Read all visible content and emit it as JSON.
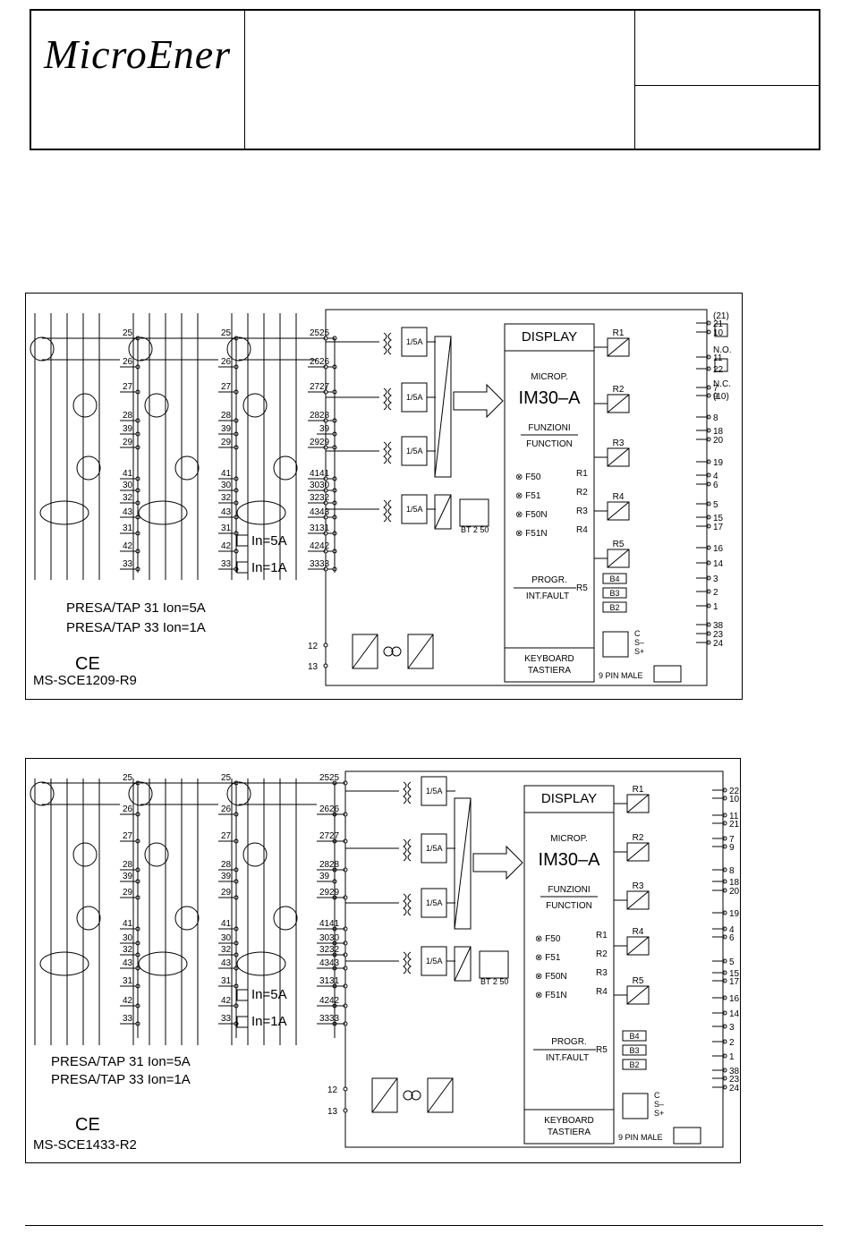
{
  "header": {
    "logo_text": "MicroEner"
  },
  "diagram1": {
    "code": "MS-SCE1209-R9",
    "ce_mark": "CE",
    "tap_note_1": "PRESA/TAP  31  Ion=5A",
    "tap_note_2": "PRESA/TAP  33  Ion=1A",
    "in_5a": "In=5A",
    "in_1a": "In=1A",
    "display": "DISPLAY",
    "microp": "MICROP.",
    "model": "IM30–A",
    "funzioni": "FUNZIONI",
    "function": "FUNCTION",
    "functions": [
      "⊗ F50",
      "⊗ F51",
      "⊗ F50N",
      "⊗ F51N"
    ],
    "function_relays": [
      "R1",
      "R2",
      "R3",
      "R4"
    ],
    "progr": "PROGR.",
    "int_fault": "INT.FAULT",
    "r5": "R5",
    "keyboard": "KEYBOARD",
    "tastiera": "TASTIERA",
    "pin_male": "9 PIN MALE",
    "ct_ratio": "1/5A",
    "filter_labels": "BT 2 50",
    "relays": [
      "R1",
      "R2",
      "R3",
      "R4",
      "R5"
    ],
    "b_relays": [
      "B4",
      "B3",
      "B2"
    ],
    "side_21": "(21)",
    "side_10": "(10)",
    "no": "N.O.",
    "nc": "N.C.",
    "serial": [
      "C",
      "S–",
      "S+"
    ],
    "right_terminals": [
      "21",
      "10",
      "11",
      "22",
      "7",
      "9",
      "8",
      "18",
      "20",
      "19",
      "4",
      "6",
      "5",
      "15",
      "17",
      "16",
      "14",
      "3",
      "2",
      "1",
      "38",
      "23",
      "24"
    ],
    "input_terminals": [
      "25",
      "26",
      "27",
      "28",
      "29",
      "41",
      "30",
      "32",
      "43",
      "31",
      "42",
      "33"
    ],
    "strip_terminals": [
      "25",
      "26",
      "27",
      "28",
      "39",
      "29",
      "41",
      "30",
      "32",
      "43",
      "31",
      "42",
      "33"
    ],
    "supply_terminals": [
      "12",
      "13"
    ]
  },
  "diagram2": {
    "code": "MS-SCE1433-R2",
    "ce_mark": "CE",
    "tap_note_1": "PRESA/TAP  31  Ion=5A",
    "tap_note_2": "PRESA/TAP  33  Ion=1A",
    "in_5a": "In=5A",
    "in_1a": "In=1A",
    "display": "DISPLAY",
    "microp": "MICROP.",
    "model": "IM30–A",
    "funzioni": "FUNZIONI",
    "function": "FUNCTION",
    "functions": [
      "⊗ F50",
      "⊗ F51",
      "⊗ F50N",
      "⊗ F51N"
    ],
    "function_relays": [
      "R1",
      "R2",
      "R3",
      "R4"
    ],
    "progr": "PROGR.",
    "int_fault": "INT.FAULT",
    "r5": "R5",
    "keyboard": "KEYBOARD",
    "tastiera": "TASTIERA",
    "pin_male": "9 PIN MALE",
    "ct_ratio": "1/5A",
    "filter_labels": "BT 2 50",
    "relays": [
      "R1",
      "R2",
      "R3",
      "R4",
      "R5"
    ],
    "b_relays": [
      "B4",
      "B3",
      "B2"
    ],
    "serial": [
      "C",
      "S–",
      "S+"
    ],
    "right_terminals": [
      "22",
      "10",
      "11",
      "21",
      "7",
      "9",
      "8",
      "18",
      "20",
      "19",
      "4",
      "6",
      "5",
      "15",
      "17",
      "16",
      "14",
      "3",
      "2",
      "1",
      "38",
      "23",
      "24"
    ],
    "input_terminals": [
      "25",
      "26",
      "27",
      "28",
      "29",
      "41",
      "30",
      "32",
      "43",
      "31",
      "42",
      "33"
    ],
    "strip_terminals": [
      "25",
      "26",
      "27",
      "28",
      "39",
      "29",
      "41",
      "30",
      "32",
      "43",
      "31",
      "42",
      "33"
    ],
    "supply_terminals": [
      "12",
      "13"
    ]
  }
}
